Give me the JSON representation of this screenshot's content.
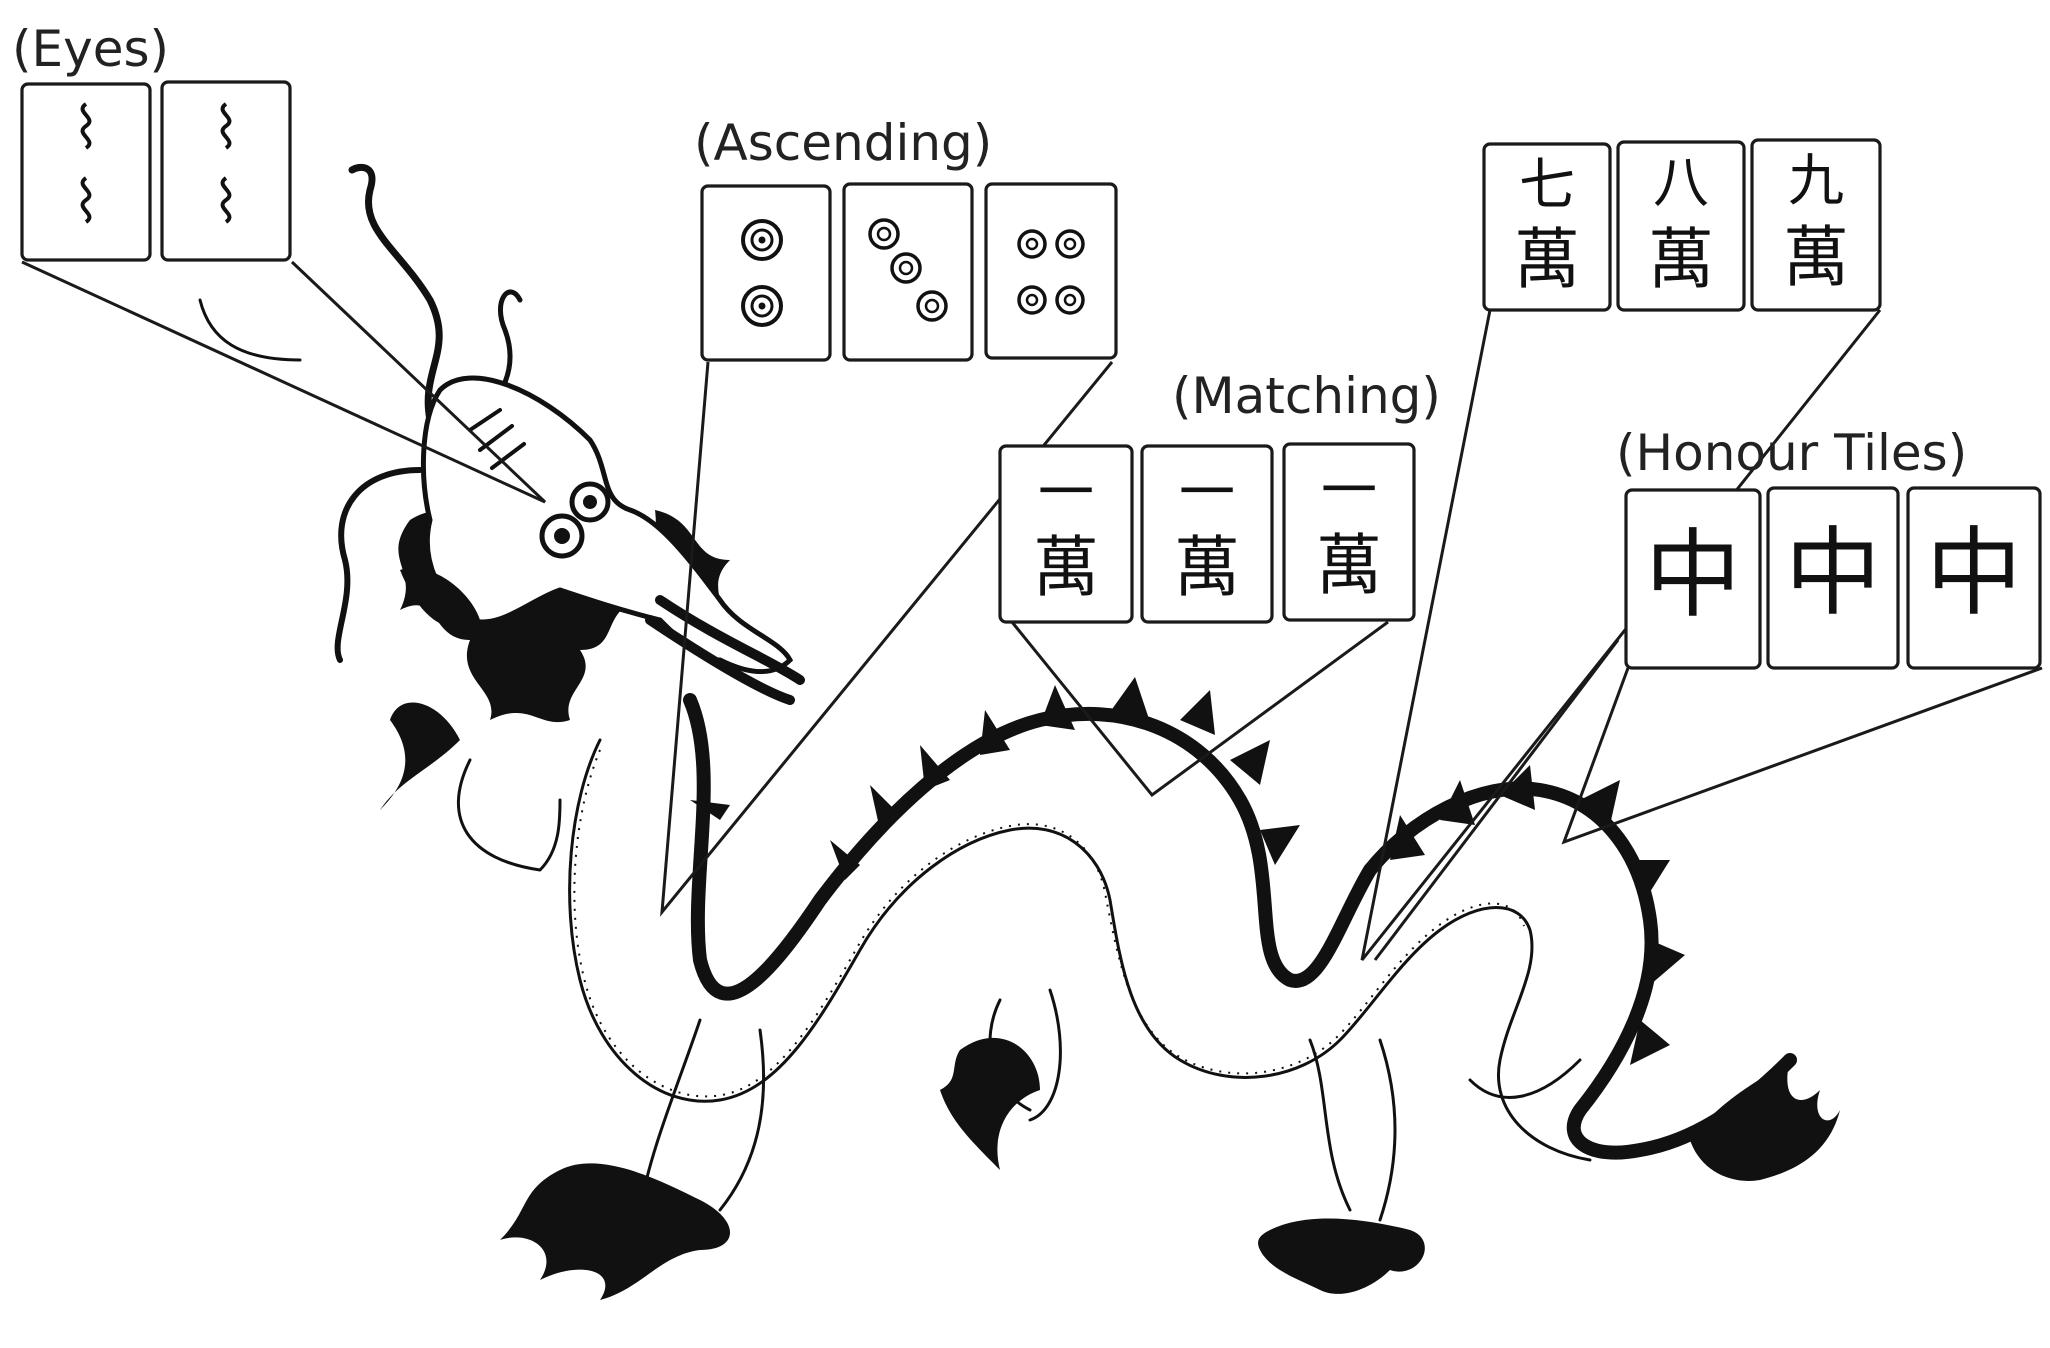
{
  "groups": {
    "eyes": {
      "label": "(Eyes)",
      "tiles": [
        "bamboo-2",
        "bamboo-2"
      ]
    },
    "ascending": {
      "label": "(Ascending)",
      "tiles": [
        "dots-2",
        "dots-3",
        "dots-4"
      ]
    },
    "matching": {
      "label": "(Matching)",
      "tiles": [
        {
          "rank": "一",
          "suit": "萬"
        },
        {
          "rank": "一",
          "suit": "萬"
        },
        {
          "rank": "一",
          "suit": "萬"
        }
      ]
    },
    "sequence": {
      "tiles": [
        {
          "rank": "七",
          "suit": "萬"
        },
        {
          "rank": "八",
          "suit": "萬"
        },
        {
          "rank": "九",
          "suit": "萬"
        }
      ]
    },
    "honour": {
      "label": "(Honour Tiles)",
      "tiles": [
        "中",
        "中",
        "中"
      ]
    }
  },
  "colors": {
    "ink": "#111111",
    "tile_border": "#1a1a1a",
    "background": "#ffffff"
  }
}
